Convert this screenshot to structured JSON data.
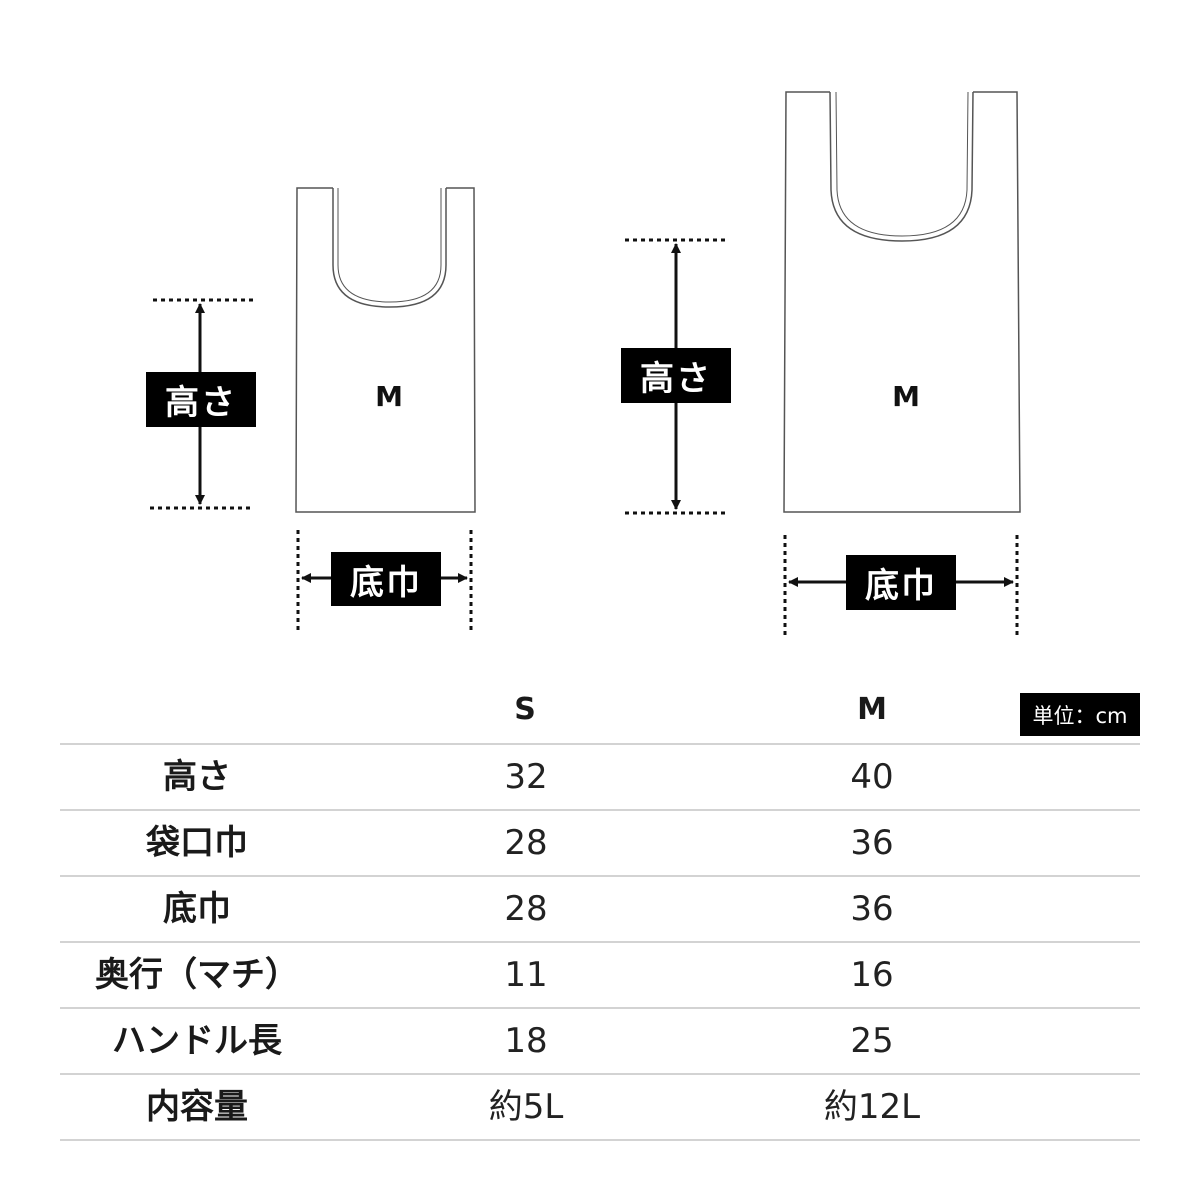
{
  "diagram": {
    "small_bag": {
      "letter": "M",
      "height_label": "高さ",
      "width_label": "底巾"
    },
    "large_bag": {
      "letter": "M",
      "height_label": "高さ",
      "width_label": "底巾"
    }
  },
  "table": {
    "unit": "単位：cm",
    "columns": [
      "S",
      "M"
    ],
    "rows": [
      {
        "label": "高さ",
        "s": "32",
        "m": "40"
      },
      {
        "label": "袋口巾",
        "s": "28",
        "m": "36"
      },
      {
        "label": "底巾",
        "s": "28",
        "m": "36"
      },
      {
        "label": "奥行（マチ）",
        "s": "11",
        "m": "16"
      },
      {
        "label": "ハンドル長",
        "s": "18",
        "m": "25"
      },
      {
        "label": "内容量",
        "s": "約5L",
        "m": "約12L"
      }
    ]
  },
  "colors": {
    "outline": "#555555",
    "label_bg": "#000000",
    "label_text": "#ffffff",
    "rule": "#d3d3d3"
  }
}
